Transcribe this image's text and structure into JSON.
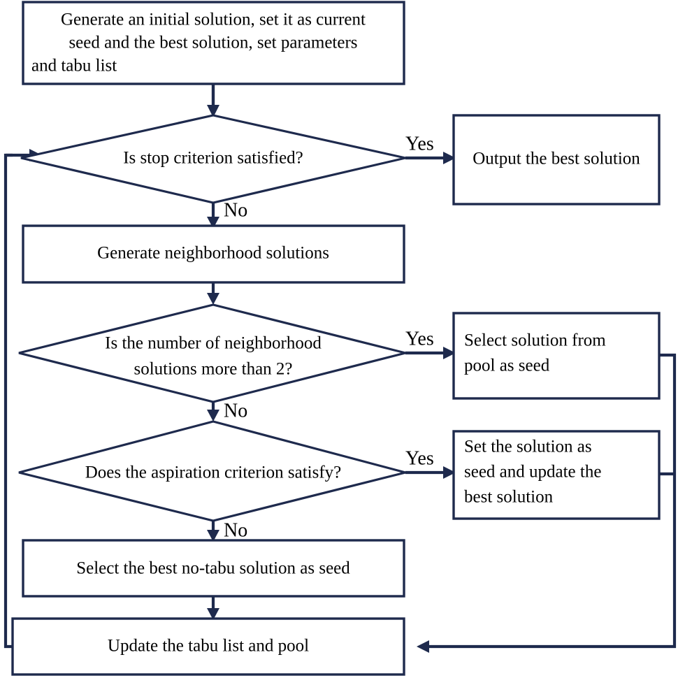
{
  "diagram": {
    "title": "Tabu search algorithm flowchart",
    "colors": {
      "stroke": "#1e2a4d",
      "fill": "#ffffff",
      "text": "#000000",
      "background": "#ffffff"
    },
    "nodes": [
      {
        "id": "init",
        "type": "process",
        "align": "center",
        "lines": [
          "Generate an initial solution, set it as  current",
          "seed  and  the  best  solution,  set  parameters",
          "and tabu list"
        ]
      },
      {
        "id": "stop-criterion",
        "type": "decision",
        "align": "center",
        "lines": [
          "Is stop criterion satisfied?"
        ]
      },
      {
        "id": "output-best",
        "type": "process",
        "align": "center",
        "lines": [
          "Output the best solution"
        ]
      },
      {
        "id": "generate-neighborhood",
        "type": "process",
        "align": "center",
        "lines": [
          "Generate neighborhood solutions"
        ]
      },
      {
        "id": "neighborhood-count",
        "type": "decision",
        "align": "center",
        "lines": [
          "Is the number of neighborhood",
          "solutions more than 2?"
        ]
      },
      {
        "id": "select-from-pool",
        "type": "process",
        "align": "left",
        "lines": [
          "Select solution from",
          "pool as seed"
        ]
      },
      {
        "id": "aspiration-criterion",
        "type": "decision",
        "align": "center",
        "lines": [
          "Does the aspiration criterion satisfy?"
        ]
      },
      {
        "id": "set-solution-seed",
        "type": "process",
        "align": "left",
        "lines": [
          "Set the solution as",
          "seed and update the",
          "best solution"
        ]
      },
      {
        "id": "select-no-tabu",
        "type": "process",
        "align": "center",
        "lines": [
          "Select the best no-tabu solution as seed"
        ]
      },
      {
        "id": "update-tabu-pool",
        "type": "process",
        "align": "center",
        "lines": [
          "Update the tabu list and pool"
        ]
      }
    ],
    "edge_labels": [
      {
        "id": "yes-stop",
        "text": "Yes"
      },
      {
        "id": "no-stop",
        "text": "No"
      },
      {
        "id": "yes-count",
        "text": "Yes"
      },
      {
        "id": "no-count",
        "text": "No"
      },
      {
        "id": "yes-aspiration",
        "text": "Yes"
      },
      {
        "id": "no-aspiration",
        "text": "No"
      }
    ]
  }
}
